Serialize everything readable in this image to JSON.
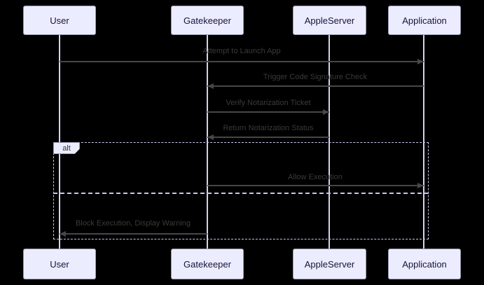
{
  "diagram_type": "sequence-diagram",
  "colors": {
    "background": "#000000",
    "actor-fill": "#ECECFF",
    "actor-border": "#9a9ab0",
    "actor-text": "#14143c",
    "lifeline": "#d8d0f0",
    "message-line": "#474747",
    "message-text": "#3a3a3a",
    "frame-border": "#cdc5ea",
    "frame-label-fill": "#ECECFF",
    "frame-label-text": "#333333"
  },
  "actors": [
    {
      "name": "User"
    },
    {
      "name": "Gatekeeper"
    },
    {
      "name": "AppleServer"
    },
    {
      "name": "Application"
    }
  ],
  "frame": {
    "label": "alt"
  },
  "messages": [
    {
      "text": "Attempt to Launch App",
      "from": "User",
      "to": "Application",
      "direction": "right"
    },
    {
      "text": "Trigger Code Signature Check",
      "from": "Application",
      "to": "Gatekeeper",
      "direction": "left"
    },
    {
      "text": "Verify Notarization Ticket",
      "from": "Gatekeeper",
      "to": "AppleServer",
      "direction": "right"
    },
    {
      "text": "Return Notarization Status",
      "from": "AppleServer",
      "to": "Gatekeeper",
      "direction": "left"
    },
    {
      "text": "Allow Execution",
      "from": "Gatekeeper",
      "to": "Application",
      "direction": "right"
    },
    {
      "text": "Block Execution, Display Warning",
      "from": "Gatekeeper",
      "to": "User",
      "direction": "left"
    }
  ]
}
